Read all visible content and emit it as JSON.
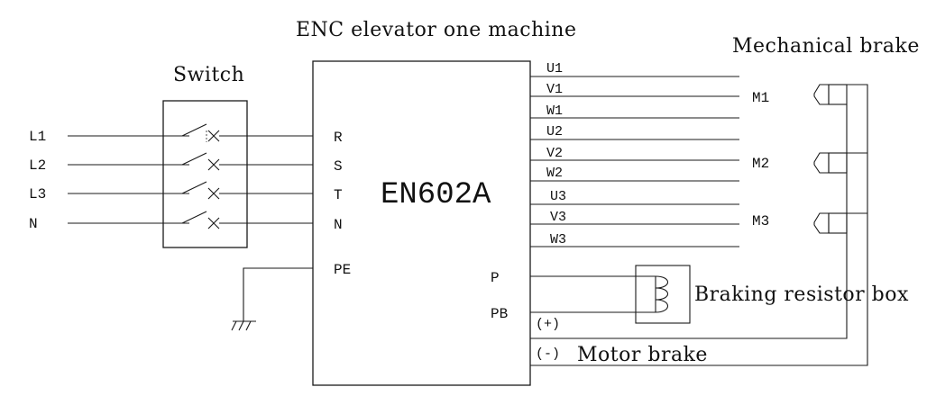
{
  "title": "ENC elevator one machine",
  "switch_label": "Switch",
  "device_model": "EN602A",
  "mechanical_brake_label": "Mechanical brake",
  "resistor_box_label": "Braking resistor box",
  "motor_brake_label": "Motor brake",
  "plus_label": "(+)",
  "minus_label": "(-)",
  "inputs": [
    "L1",
    "L2",
    "L3",
    "N"
  ],
  "input_terminals": [
    "R",
    "S",
    "T",
    "N"
  ],
  "pe_terminal": "PE",
  "brake_terminals": [
    "P",
    "PB"
  ],
  "outputs": [
    "U1",
    "V1",
    "W1",
    "U2",
    "V2",
    "W2",
    "U3",
    "V3",
    "W3"
  ],
  "motors": [
    "M1",
    "M2",
    "M3"
  ]
}
